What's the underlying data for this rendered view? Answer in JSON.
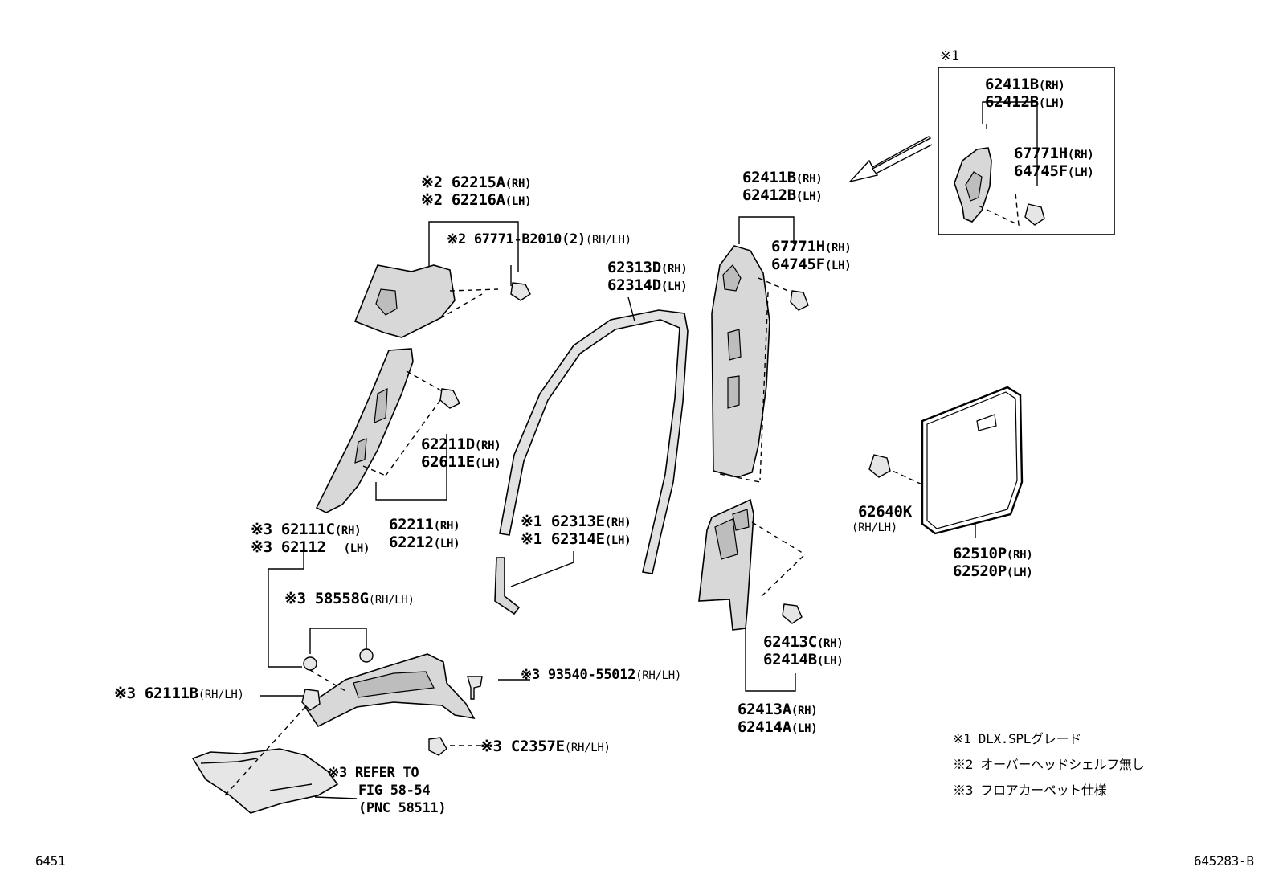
{
  "labels": {
    "box_ref": "※1",
    "box_p1_rh": "62411B",
    "box_p1_lh": "62412B",
    "box_clip_rh": "67771H",
    "box_clip_lh": "64745F",
    "p62215": "※2 62215A",
    "p62216": "※2 62216A",
    "p67771_b2010": "※2 67771-B2010(2)",
    "p62211d": "62211D",
    "p62611e": "62611E",
    "p62211": "62211",
    "p62212": "62212",
    "p62111c": "※3 62111C",
    "p62112": "※3 62112",
    "p58558g": "※3 58558G",
    "p62111b": "※3 62111B",
    "p93540": "※3 93540-55012",
    "pc2357e": "※3 C2357E",
    "refer1": "※3 REFER TO",
    "refer2": "FIG 58-54",
    "refer3": "(PNC 58511)",
    "p62313d": "62313D",
    "p62314d": "62314D",
    "p62313e": "※1 62313E",
    "p62314e": "※1 62314E",
    "p62411b": "62411B",
    "p62412b": "62412B",
    "p67771h": "67771H",
    "p64745f": "64745F",
    "p62413c": "62413C",
    "p62414b": "62414B",
    "p62413a": "62413A",
    "p62414a": "62414A",
    "p62640k": "62640K",
    "p62510p": "62510P",
    "p62520p": "62520P",
    "rh": "(RH)",
    "lh": "(LH)",
    "rhlh": "(RH/LH)",
    "note1": "※1 DLX.SPLグレード",
    "note2": "※2 オーバーヘッドシェルフ無し",
    "note3": "※3 フロアカーペット仕様",
    "fig_left": "6451",
    "fig_right": "645283-B"
  }
}
